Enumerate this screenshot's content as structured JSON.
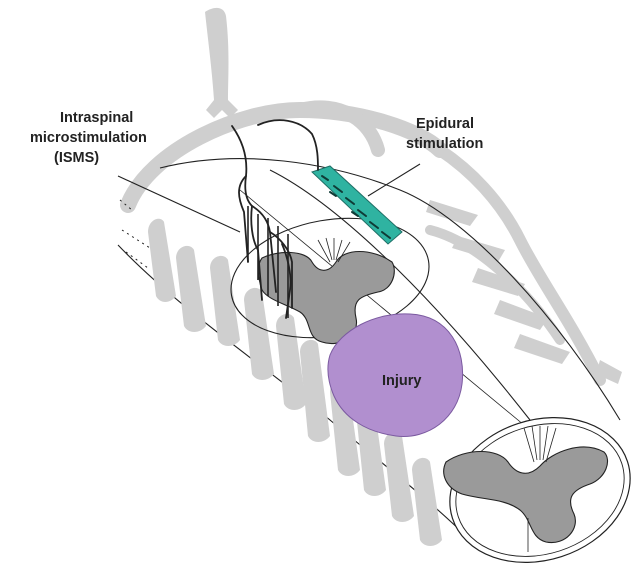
{
  "labels": {
    "isms_line1": "Intraspinal",
    "isms_line2": "microstimulation",
    "isms_line3": "(ISMS)",
    "epidural_line1": "Epidural",
    "epidural_line2": "stimulation",
    "injury": "Injury"
  },
  "colors": {
    "root_gray": "#cfcfcf",
    "gray_matter": "#9a9a9a",
    "injury": "#b18fcf",
    "injury_outline": "#7b5aa0",
    "epidural_lead": "#2fb3a1",
    "outline": "#222222"
  }
}
